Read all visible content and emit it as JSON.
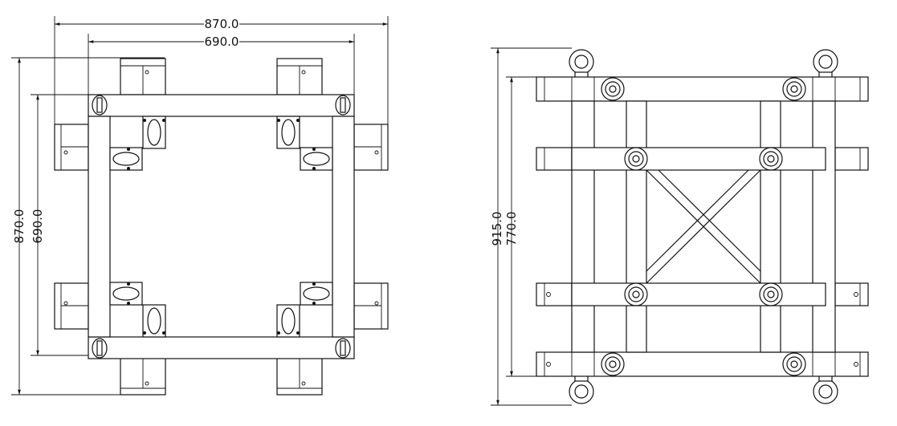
{
  "left_view": {
    "dim_top_outer": "870.0",
    "dim_top_inner": "690.0",
    "dim_left_outer": "870.0",
    "dim_left_inner": "690.0"
  },
  "right_view": {
    "dim_left_outer": "915.0",
    "dim_left_inner": "770.0"
  },
  "colors": {
    "line": "#111111",
    "background": "#ffffff"
  }
}
